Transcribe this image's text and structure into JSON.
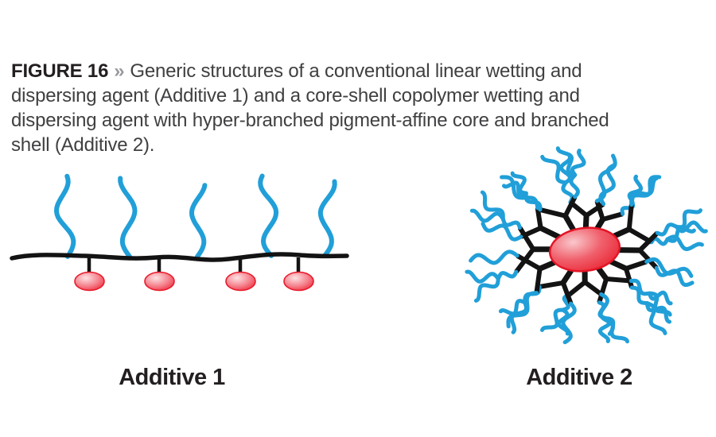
{
  "caption": {
    "label": "FIGURE 16",
    "separator": "»",
    "line1": "Generic structures of a conventional linear wetting and",
    "line2": "dispersing agent (Additive 1) and a core-shell copolymer wetting and",
    "line3": "dispersing agent with hyper-branched pigment-affine core and branched",
    "line4": "shell (Additive 2)."
  },
  "colors": {
    "caption_text": "#404042",
    "caption_label": "#231f20",
    "separator": "#97999c",
    "label_text": "#231f20",
    "chain_blue": "#219fd8",
    "backbone_black": "#131313",
    "anchor_red_light": "#fde2e3",
    "anchor_red_mid": "#f5838e",
    "anchor_red_deep": "#ee2b3c",
    "anchor_red_border": "#e8192a",
    "core_red_light": "#f9c8cc",
    "core_red_mid": "#f0606c",
    "core_red_deep": "#e9202e",
    "core_red_border": "#e31425"
  },
  "additive1": {
    "label": "Additive 1",
    "tail_count": 5,
    "anchor_count": 4
  },
  "additive2": {
    "label": "Additive 2",
    "arm_count": 12
  }
}
